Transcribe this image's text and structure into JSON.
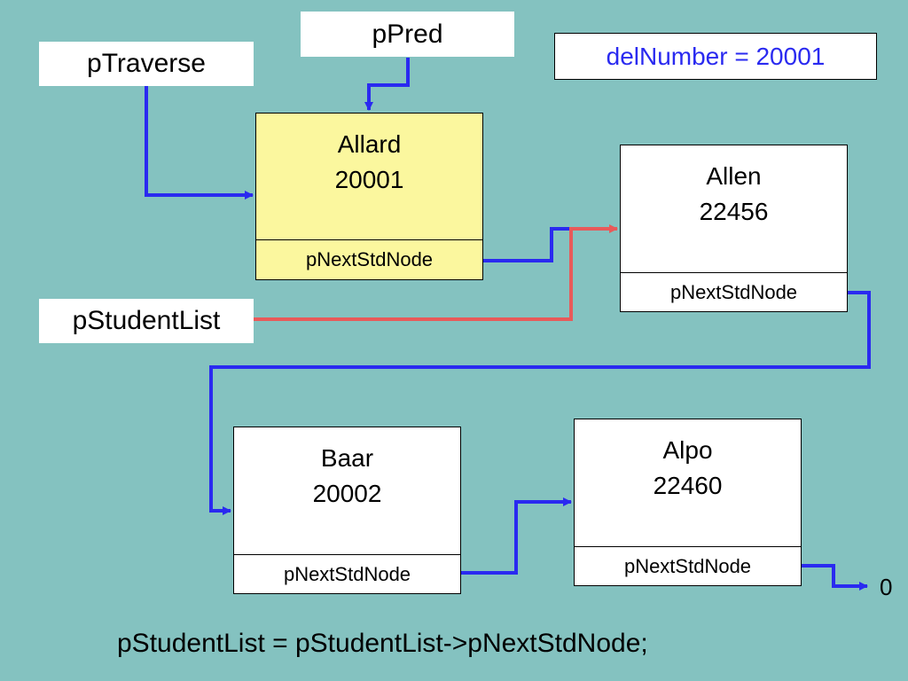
{
  "pointers": {
    "pred": "pPred",
    "traverse": "pTraverse",
    "student_list": "pStudentList"
  },
  "del_number": {
    "text": "delNumber = 20001",
    "color": "#2a2af0"
  },
  "nodes": [
    {
      "name": "Allard",
      "id": "20001",
      "ptr_label": "pNextStdNode",
      "highlighted": true
    },
    {
      "name": "Allen",
      "id": "22456",
      "ptr_label": "pNextStdNode",
      "highlighted": false
    },
    {
      "name": "Baar",
      "id": "20002",
      "ptr_label": "pNextStdNode",
      "highlighted": false
    },
    {
      "name": "Alpo",
      "id": "22460",
      "ptr_label": "pNextStdNode",
      "highlighted": false
    }
  ],
  "terminal": "0",
  "statement": "pStudentList = pStudentList->pNextStdNode;",
  "colors": {
    "background": "#84c2c0",
    "link_arrow": "#2a2af0",
    "changed_arrow": "#e85a5a",
    "highlight_node": "#fbf79e"
  }
}
